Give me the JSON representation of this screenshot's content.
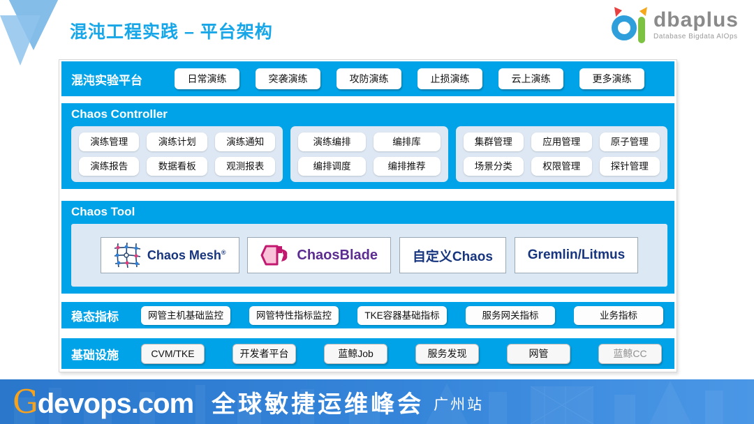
{
  "header": {
    "title": "混沌工程实践 – 平台架构",
    "logo": {
      "word": "dbaplus",
      "subtitle": "Database  Bigdata  AIOps"
    }
  },
  "platform_row": {
    "label": "混沌实验平台",
    "buttons": [
      "日常演练",
      "突袭演练",
      "攻防演练",
      "止损演练",
      "云上演练",
      "更多演练"
    ]
  },
  "controller": {
    "title": "Chaos Controller",
    "groups": [
      {
        "buttons": [
          "演练管理",
          "演练计划",
          "演练通知",
          "演练报告",
          "数据看板",
          "观测报表"
        ]
      },
      {
        "buttons": [
          "演练编排",
          "编排库",
          "编排调度",
          "编排推荐"
        ]
      },
      {
        "buttons": [
          "集群管理",
          "应用管理",
          "原子管理",
          "场景分类",
          "权限管理",
          "探针管理"
        ]
      }
    ]
  },
  "tools": {
    "title": "Chaos Tool",
    "items": [
      "Chaos Mesh",
      "ChaosBlade",
      "自定义Chaos",
      "Gremlin/Litmus"
    ],
    "chaos_mesh_reg": "®"
  },
  "metrics_row": {
    "label": "稳态指标",
    "buttons": [
      "网管主机基础监控",
      "网管特性指标监控",
      "TKE容器基础指标",
      "服务网关指标",
      "业务指标"
    ]
  },
  "infra_row": {
    "label": "基础设施",
    "buttons": [
      "CVM/TKE",
      "开发者平台",
      "蓝鲸Job",
      "服务发现",
      "网管",
      "蓝鲸CC"
    ]
  },
  "footer": {
    "brand_g": "G",
    "brand_rest": "devops.com",
    "event": "全球敏捷运维峰会",
    "city": "广州站"
  },
  "colors": {
    "band_blue": "#00a3e8",
    "title_blue": "#17a7e8",
    "panel_light": "#dde8f4",
    "footer_blue": "#3585da",
    "brand_orange": "#f6a21d",
    "mesh_navy": "#17357e",
    "blade_purple": "#5c2d91",
    "blade_magenta": "#d81b7a"
  }
}
